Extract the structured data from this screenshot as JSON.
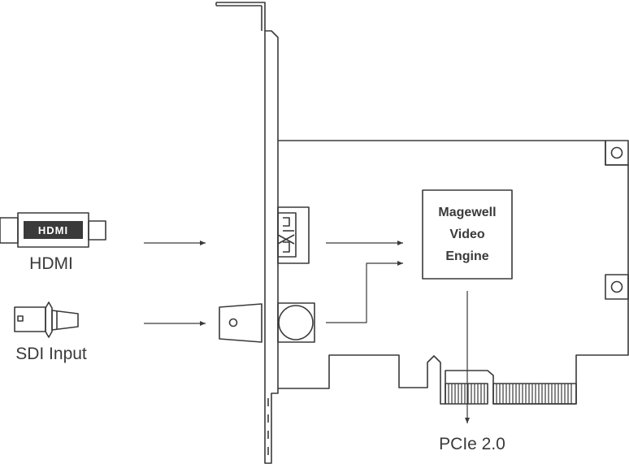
{
  "inputs": {
    "hdmi_label": "HDMI",
    "hdmi_connector_text": "HDMI",
    "sdi_label": "SDI Input"
  },
  "engine": {
    "line1": "Magewell",
    "line2": "Video",
    "line3": "Engine"
  },
  "bus": {
    "label": "PCIe 2.0"
  },
  "colors": {
    "stroke": "#3a3a3a",
    "background": "#ffffff"
  }
}
